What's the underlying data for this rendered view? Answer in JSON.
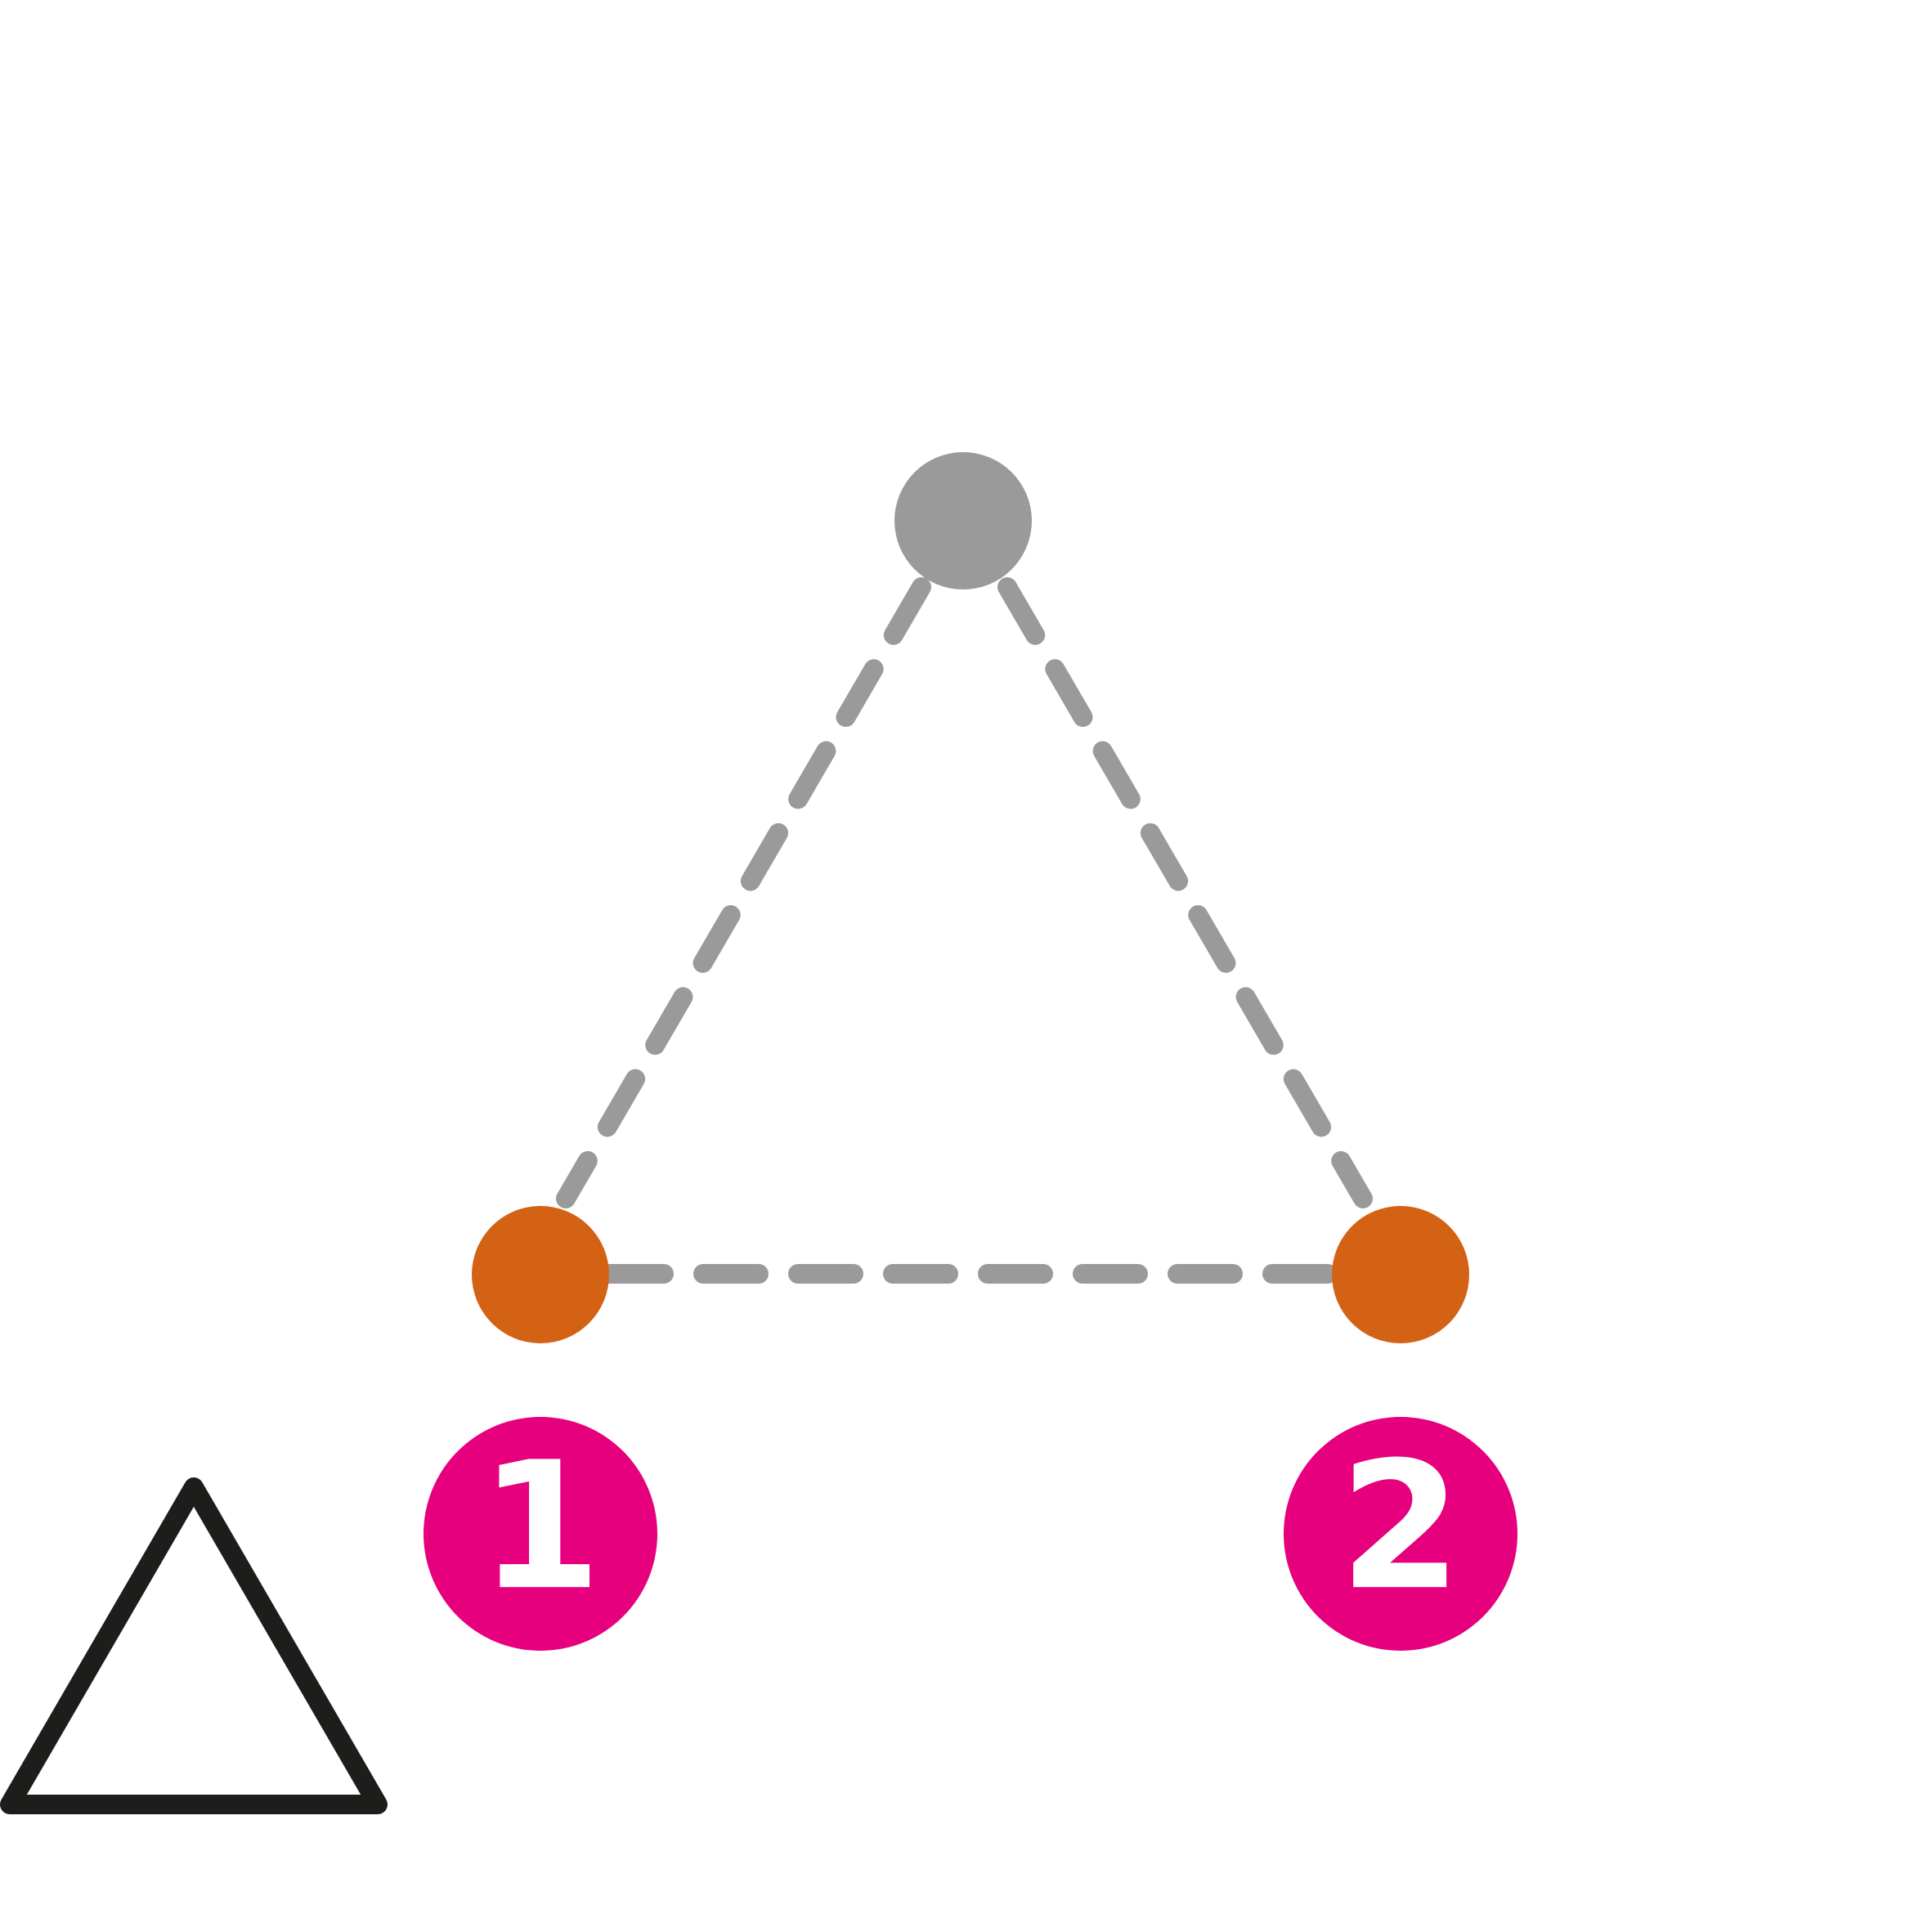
{
  "colors": {
    "background": "#ffffff",
    "top_node": "#9a9a9a",
    "bottom_nodes": "#d46215",
    "edges": "#9a9a9a",
    "badges": "#e6007e",
    "badge_text": "#ffffff",
    "legend_triangle": "#1d1d1b"
  },
  "nodes": [
    {
      "id": "top",
      "role": "apex"
    },
    {
      "id": "bottom-left",
      "role": "base"
    },
    {
      "id": "bottom-right",
      "role": "base"
    }
  ],
  "edges": [
    {
      "from": "top",
      "to": "bottom-left",
      "style": "dashed"
    },
    {
      "from": "top",
      "to": "bottom-right",
      "style": "dashed"
    },
    {
      "from": "bottom-left",
      "to": "bottom-right",
      "style": "dashed"
    }
  ],
  "badges": [
    {
      "label": "1"
    },
    {
      "label": "2"
    }
  ],
  "legend": {
    "icon": "triangle-outline-icon"
  }
}
